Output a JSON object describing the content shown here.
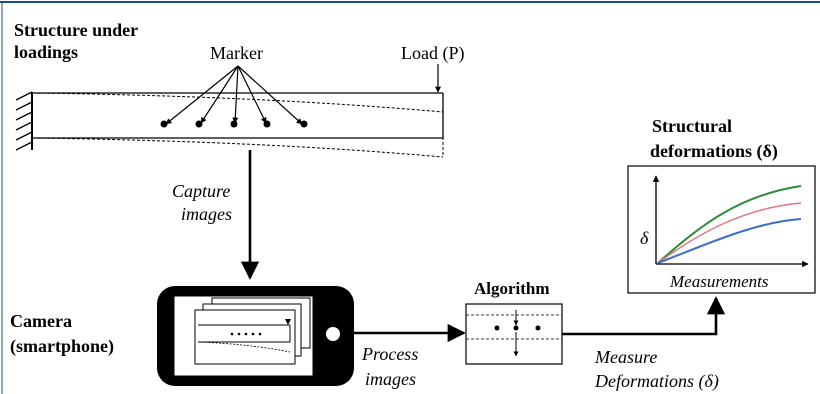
{
  "structure": {
    "title_line1": "Structure under",
    "title_line2": "loadings",
    "marker_label": "Marker",
    "load_label": "Load (P)"
  },
  "capture": {
    "line1": "Capture",
    "line2": "images"
  },
  "camera": {
    "line1": "Camera",
    "line2": "(smartphone)"
  },
  "process": {
    "line1": "Process",
    "line2": "images"
  },
  "algorithm": {
    "title": "Algorithm"
  },
  "measure": {
    "line1": "Measure",
    "line2": "Deformations (δ)"
  },
  "plot": {
    "title_line1": "Structural",
    "title_line2": "deformations (δ)",
    "ylabel": "δ",
    "xlabel": "Measurements"
  },
  "colors": {
    "accent_border": "#1f4e79",
    "series_green": "#2e8b3a",
    "series_red": "#e8737a",
    "series_blue": "#3a6fc8"
  },
  "icons": [
    "fixed-support-icon",
    "marker-dot-icon",
    "smartphone-icon",
    "down-arrow-icon",
    "right-arrow-icon"
  ]
}
